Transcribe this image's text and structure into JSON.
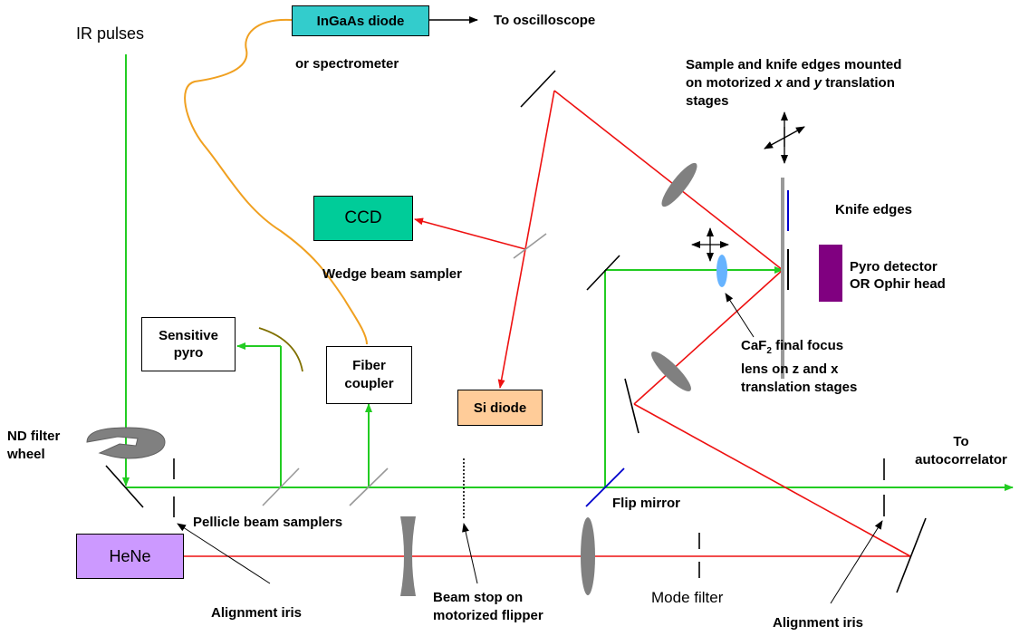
{
  "labels": {
    "ir_pulses": "IR pulses",
    "to_oscilloscope": "To oscilloscope",
    "or_spectrometer": "or spectrometer",
    "sample_knife_1": "Sample and knife edges mounted",
    "sample_knife_2_pre": "on motorized ",
    "sample_knife_2_x": "x",
    "sample_knife_2_mid": " and ",
    "sample_knife_2_y": "y",
    "sample_knife_2_post": " translation",
    "sample_knife_3": "stages",
    "knife_edges": "Knife edges",
    "pyro_detector_1": "Pyro detector",
    "pyro_detector_2": "OR Ophir head",
    "wedge_beam_sampler": "Wedge beam sampler",
    "caf2_pre": "CaF",
    "caf2_sub": "2",
    "caf2_post": " final focus",
    "caf2_line2": "lens on z and x",
    "caf2_line3": "translation stages",
    "nd_filter_1": "ND filter",
    "nd_filter_2": "wheel",
    "to_autocorrelator_1": "To",
    "to_autocorrelator_2": "autocorrelator",
    "flip_mirror": "Flip mirror",
    "pellicle_beam_samplers": "Pellicle beam samplers",
    "alignment_iris_left": "Alignment iris",
    "beam_stop_1": "Beam stop on",
    "beam_stop_2": "motorized flipper",
    "mode_filter": "Mode filter",
    "alignment_iris_right": "Alignment iris"
  },
  "boxes": {
    "ingaas": "InGaAs diode",
    "ccd": "CCD",
    "sensitive_pyro_1": "Sensitive",
    "sensitive_pyro_2": "pyro",
    "fiber_coupler_1": "Fiber",
    "fiber_coupler_2": "coupler",
    "si_diode": "Si diode",
    "hene": "HeNe"
  },
  "colors": {
    "ir_beam": "#22cc22",
    "hene_beam": "#ee1111",
    "fiber": "#f0a020",
    "ingaas_fill": "#33cccc",
    "ccd_fill": "#00cc99",
    "si_diode_fill": "#ffcc99",
    "hene_fill": "#cc99ff",
    "pyro_detector_fill": "#800080",
    "lens_fill": "#808080",
    "caf2_lens_fill": "#66b3ff",
    "knife_edge": "#0000cc",
    "flip_mirror": "#0000cc",
    "sampler": "#999999",
    "curved_mirror": "#807000"
  }
}
